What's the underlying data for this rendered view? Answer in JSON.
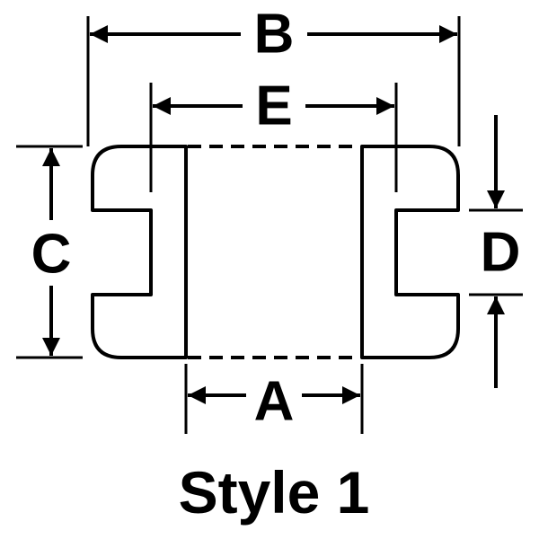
{
  "labels": {
    "a": "A",
    "b": "B",
    "c": "C",
    "d": "D",
    "e": "E"
  },
  "caption": "Style 1",
  "colors": {
    "ink": "#000000",
    "background": "#ffffff"
  }
}
